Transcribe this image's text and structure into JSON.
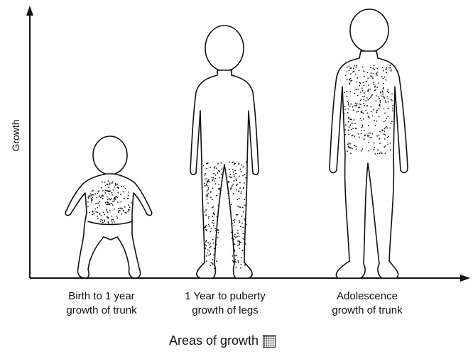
{
  "axes": {
    "y_label": "Growth"
  },
  "stages": [
    {
      "line1": "Birth to 1 year",
      "line2": "growth of trunk"
    },
    {
      "line1": "1 Year to puberty",
      "line2": "growth of legs"
    },
    {
      "line1": "Adolescence",
      "line2": "growth of trunk"
    }
  ],
  "legend": {
    "label": "Areas of growth",
    "swatch": "stipple-pattern-icon"
  },
  "colors": {
    "ink": "#111111",
    "background": "#ffffff"
  }
}
